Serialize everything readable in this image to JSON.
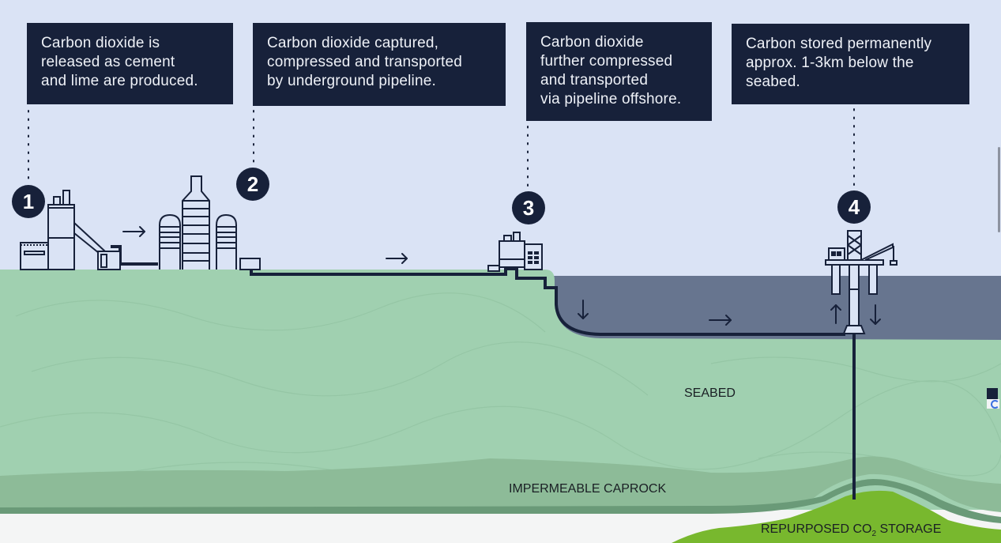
{
  "colors": {
    "sky": "#dae3f5",
    "navy": "#17213a",
    "land": "#a0d0b0",
    "sea": "#67758f",
    "caprock": "#8dbb98",
    "caprock_edge": "#6a9a78",
    "storage": "#78b82e",
    "bedrock": "#f4f5f5"
  },
  "steps": [
    {
      "number": "1",
      "lines": [
        "Carbon dioxide is",
        "released as cement",
        "and lime are produced."
      ]
    },
    {
      "number": "2",
      "lines": [
        "Carbon dioxide captured,",
        "compressed and transported",
        "by underground pipeline."
      ]
    },
    {
      "number": "3",
      "lines": [
        "Carbon dioxide",
        "further compressed",
        "and transported",
        "via pipeline offshore."
      ]
    },
    {
      "number": "4",
      "lines": [
        "Carbon stored permanently",
        "approx. 1-3km below the",
        "seabed."
      ]
    }
  ],
  "labels": {
    "seabed": "SEABED",
    "caprock": "IMPERMEABLE CAPROCK",
    "storage_prefix": "REPURPOSED CO",
    "storage_sub": "2",
    "storage_suffix": " STORAGE"
  },
  "icons": {
    "cement_plant": "factory-icon",
    "silos": "silo-icon",
    "compressor_station": "compressor-building-icon",
    "offshore_platform": "oil-rig-icon",
    "flow_arrow": "arrow-right-icon",
    "injection_arrow_down": "arrow-down-icon",
    "return_arrow_up": "arrow-up-icon"
  }
}
